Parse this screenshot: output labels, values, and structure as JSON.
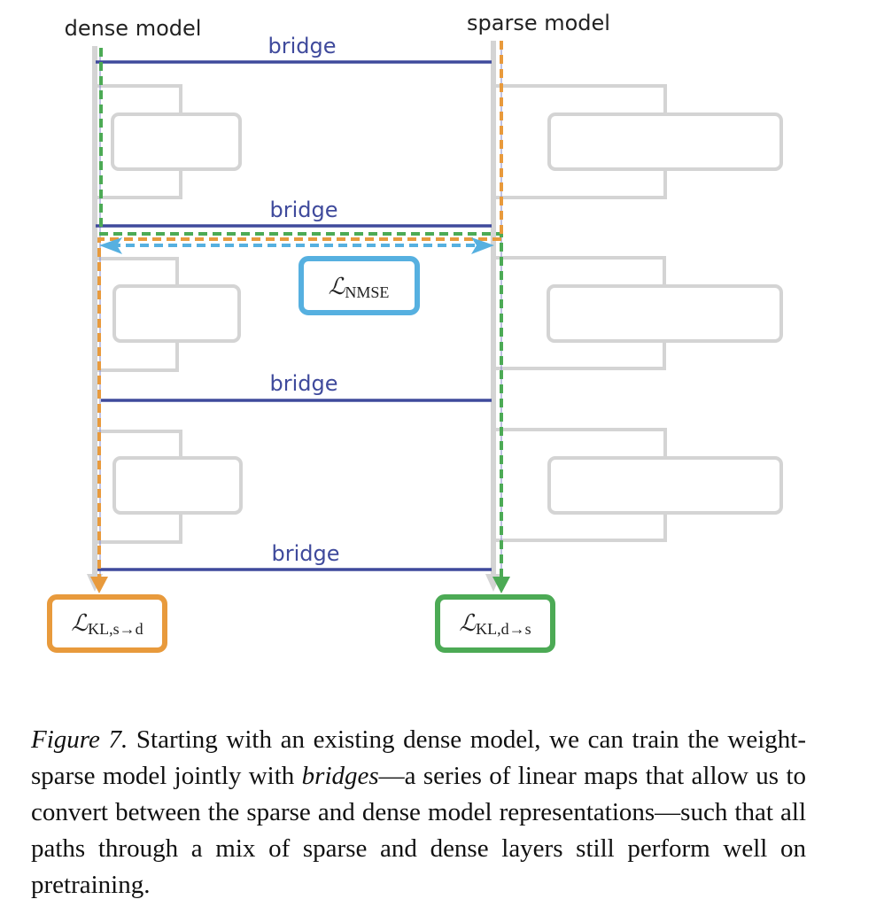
{
  "diagram": {
    "left_column_label": "dense model",
    "right_column_label": "sparse model",
    "bridges": [
      {
        "label": "bridge"
      },
      {
        "label": "bridge"
      },
      {
        "label": "bridge"
      },
      {
        "label": "bridge"
      }
    ],
    "losses": {
      "nmse": {
        "symbol": "ℒ",
        "subscript": "NMSE",
        "color": "#56b0e0"
      },
      "kl_s_to_d": {
        "symbol": "ℒ",
        "subscript": "KL,s→d",
        "color": "#e89a3c"
      },
      "kl_d_to_s": {
        "symbol": "ℒ",
        "subscript": "KL,d→s",
        "color": "#4caa55"
      }
    },
    "colors": {
      "bridge": "#3f4a9c",
      "backbone": "#d4d4d4",
      "orange_path": "#e89a3c",
      "green_path": "#4caa55",
      "blue_path": "#56b0e0"
    },
    "layers_per_model": 3
  },
  "caption": {
    "figure_label": "Figure 7.",
    "text_part1": " Starting with an existing dense model, we can train the weight-sparse model jointly with ",
    "emphasis": "bridges",
    "text_part2": "—a series of linear maps that allow us to convert between the sparse and dense model representations—such that all paths through a mix of sparse and dense layers still perform well on pretraining."
  }
}
